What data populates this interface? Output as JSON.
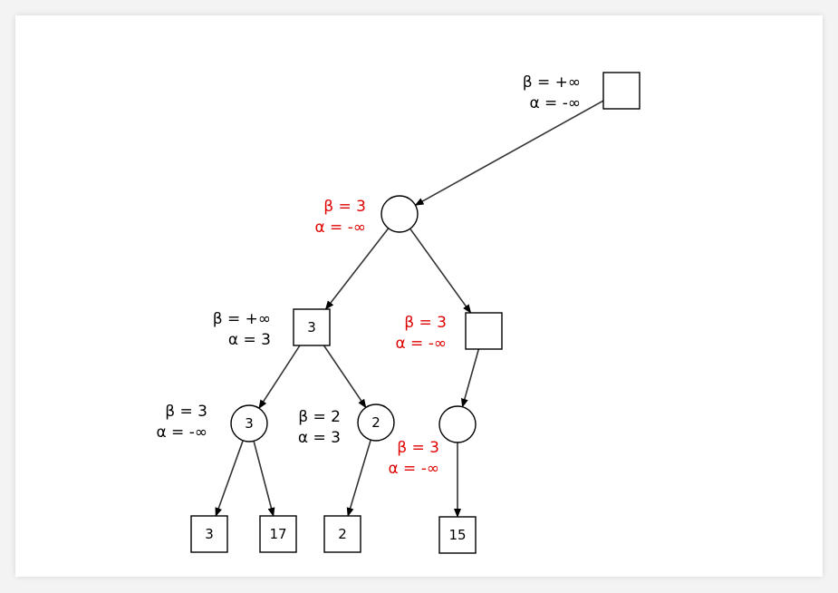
{
  "colors": {
    "black": "#000000",
    "red": "#e00000",
    "edge": "#333333"
  },
  "nodes": [
    {
      "id": "root",
      "shape": "square",
      "value": ""
    },
    {
      "id": "n1",
      "shape": "circle",
      "value": ""
    },
    {
      "id": "n2",
      "shape": "square",
      "value": "3"
    },
    {
      "id": "n3",
      "shape": "square",
      "value": ""
    },
    {
      "id": "n4",
      "shape": "circle",
      "value": "3"
    },
    {
      "id": "n5",
      "shape": "circle",
      "value": "2"
    },
    {
      "id": "n6",
      "shape": "circle",
      "value": ""
    },
    {
      "id": "l1",
      "shape": "square",
      "value": "3"
    },
    {
      "id": "l2",
      "shape": "square",
      "value": "17"
    },
    {
      "id": "l3",
      "shape": "square",
      "value": "2"
    },
    {
      "id": "l4",
      "shape": "square",
      "value": "15"
    }
  ],
  "edges": [
    [
      "root",
      "n1"
    ],
    [
      "n1",
      "n2"
    ],
    [
      "n1",
      "n3"
    ],
    [
      "n2",
      "n4"
    ],
    [
      "n2",
      "n5"
    ],
    [
      "n3",
      "n6"
    ],
    [
      "n4",
      "l1"
    ],
    [
      "n4",
      "l2"
    ],
    [
      "n5",
      "l3"
    ],
    [
      "n6",
      "l4"
    ]
  ],
  "annotations": [
    {
      "node": "root",
      "beta": "β = +∞",
      "alpha": "α = -∞",
      "color": "black"
    },
    {
      "node": "n1",
      "beta": "β = 3",
      "alpha": "α = -∞",
      "color": "red"
    },
    {
      "node": "n2",
      "beta": "β = +∞",
      "alpha": "α = 3",
      "color": "black"
    },
    {
      "node": "n3",
      "beta": "β = 3",
      "alpha": "α = -∞",
      "color": "red"
    },
    {
      "node": "n4",
      "beta": "β = 3",
      "alpha": "α = -∞",
      "color": "black"
    },
    {
      "node": "n5",
      "beta": "β = 2",
      "alpha": "α = 3",
      "color": "black"
    },
    {
      "node": "n6",
      "beta": "β = 3",
      "alpha": "α = -∞",
      "color": "red"
    }
  ]
}
